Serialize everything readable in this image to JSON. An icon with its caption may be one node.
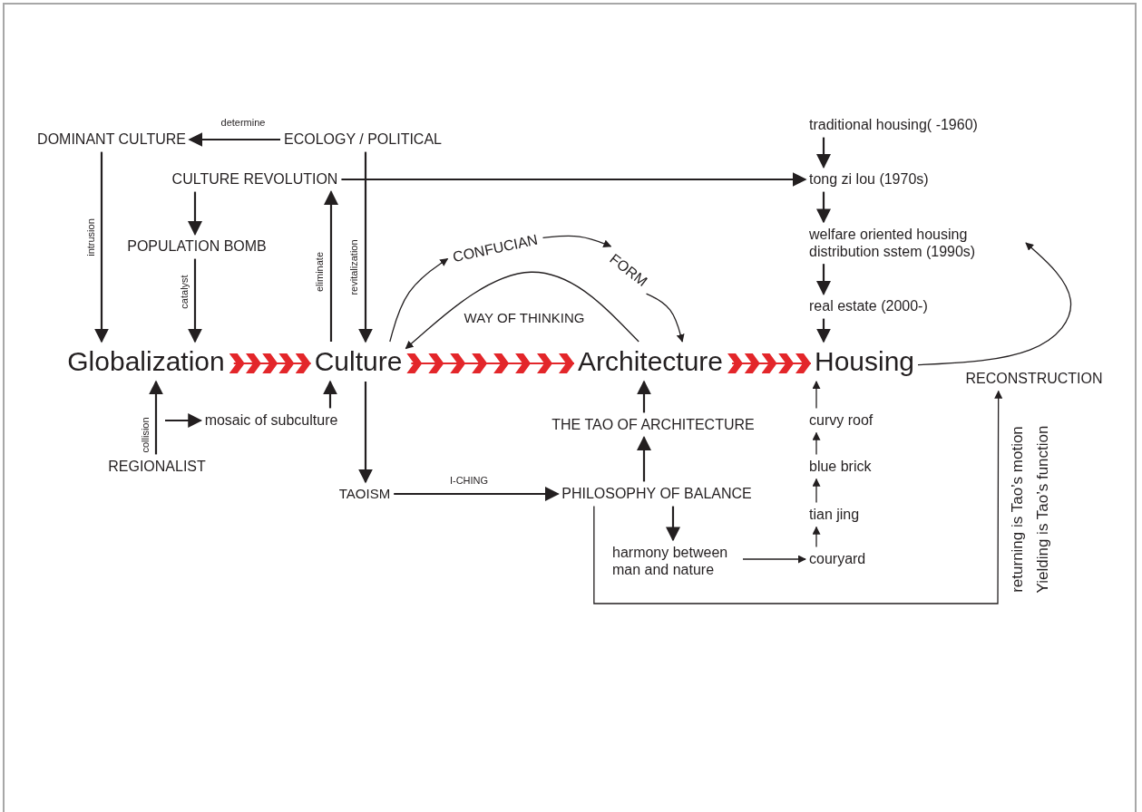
{
  "diagram": {
    "nodes": [
      {
        "text": [
          "DOMINANT CULTURE"
        ]
      },
      {
        "text": [
          "ECOLOGY / POLITICAL"
        ]
      },
      {
        "text": [
          "CULTURE REVOLUTION"
        ]
      },
      {
        "text": [
          "POPULATION BOMB"
        ]
      },
      {
        "text": [
          "Globalization"
        ]
      },
      {
        "text": [
          "Culture"
        ]
      },
      {
        "text": [
          "Architecture"
        ]
      },
      {
        "text": [
          "Housing"
        ]
      },
      {
        "text": [
          "mosaic of subculture"
        ]
      },
      {
        "text": [
          "REGIONALIST"
        ]
      },
      {
        "text": [
          "TAOISM"
        ]
      },
      {
        "text": [
          "PHILOSOPHY OF BALANCE"
        ]
      },
      {
        "text": [
          "THE TAO OF ARCHITECTURE"
        ]
      },
      {
        "text": [
          "harmony between man and nature"
        ]
      },
      {
        "text": [
          "CONFUCIAN"
        ]
      },
      {
        "text": [
          "FORM"
        ]
      },
      {
        "text": [
          "traditional housing( -1960)"
        ]
      },
      {
        "text": [
          "tong zi lou (1970s)"
        ]
      },
      {
        "text": [
          "welfare oriented housing distribution sstem (1990s)"
        ]
      },
      {
        "text": [
          "real estate (2000-)"
        ]
      },
      {
        "text": [
          "curvy roof"
        ]
      },
      {
        "text": [
          "blue brick"
        ]
      },
      {
        "text": [
          "tian jing"
        ]
      },
      {
        "text": [
          "couryard"
        ]
      },
      {
        "text": [
          "RECONSTRUCTION"
        ]
      }
    ],
    "edges": [
      {
        "from": 1,
        "to": 0,
        "arrow": "to",
        "label": "determine"
      },
      {
        "from": 0,
        "to": 4,
        "arrow": "to",
        "label": "intrusion"
      },
      {
        "from": 2,
        "to": 3,
        "arrow": "to"
      },
      {
        "from": 3,
        "to": 4,
        "arrow": "to",
        "label": "catalyst"
      },
      {
        "from": 5,
        "to": 2,
        "arrow": "to",
        "label": "eliminate"
      },
      {
        "from": 1,
        "to": 5,
        "arrow": "to",
        "label": "revitalization"
      },
      {
        "from": 2,
        "to": 17,
        "arrow": "to"
      },
      {
        "from": 4,
        "to": 5,
        "arrow": "to",
        "color": "#e3262a"
      },
      {
        "from": 5,
        "to": 6,
        "arrow": "to",
        "color": "#e3262a"
      },
      {
        "from": 6,
        "to": 7,
        "arrow": "to",
        "color": "#e3262a"
      },
      {
        "from": 9,
        "to": 4,
        "arrow": "to",
        "label": "collision"
      },
      {
        "from": null,
        "to": 8,
        "arrow": "to"
      },
      {
        "from": 8,
        "to": 5,
        "arrow": "to"
      },
      {
        "from": 5,
        "to": 10,
        "arrow": "to"
      },
      {
        "from": 10,
        "to": 11,
        "arrow": "to",
        "label": "I-CHING"
      },
      {
        "from": 11,
        "to": 12,
        "arrow": "to"
      },
      {
        "from": 12,
        "to": 6,
        "arrow": "to"
      },
      {
        "from": 11,
        "to": 13,
        "arrow": "to"
      },
      {
        "from": 13,
        "to": 23,
        "arrow": "to"
      },
      {
        "from": 23,
        "to": 22,
        "arrow": "to"
      },
      {
        "from": 22,
        "to": 21,
        "arrow": "to"
      },
      {
        "from": 21,
        "to": 20,
        "arrow": "to"
      },
      {
        "from": 20,
        "to": 7,
        "arrow": "to"
      },
      {
        "from": 16,
        "to": 17,
        "arrow": "to"
      },
      {
        "from": 17,
        "to": 18,
        "arrow": "to"
      },
      {
        "from": 18,
        "to": 19,
        "arrow": "to"
      },
      {
        "from": 19,
        "to": 7,
        "arrow": "to"
      },
      {
        "from": 5,
        "to": 14,
        "arrow": "to"
      },
      {
        "from": 14,
        "to": 15,
        "arrow": "to"
      },
      {
        "from": 15,
        "to": 6,
        "arrow": "to"
      },
      {
        "from": 6,
        "to": 5,
        "arrow": "to",
        "label": "WAY OF THINKING"
      },
      {
        "from": 7,
        "to": 18,
        "arrow": "to"
      },
      {
        "from": 11,
        "to": 24,
        "arrow": "to"
      }
    ],
    "labels": [
      "returning is Tao’s motion",
      "Yielding is Tao’s function"
    ]
  }
}
